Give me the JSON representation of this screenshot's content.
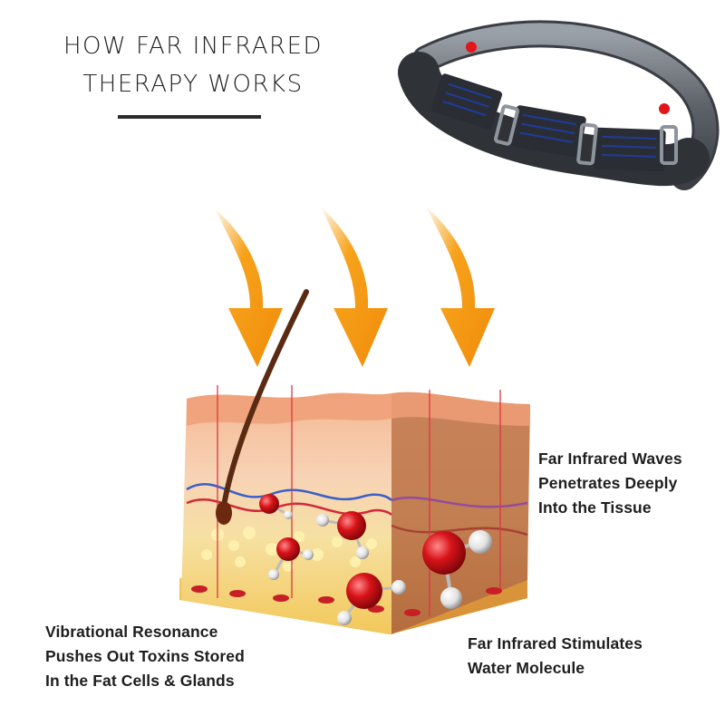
{
  "header": {
    "title_lines": [
      "HOW FAR INFRARED",
      "THERAPY WORKS"
    ]
  },
  "captions": {
    "waves": [
      "Far Infrared Waves",
      "Penetrates Deeply",
      "Into the Tissue"
    ],
    "resonance": [
      "Vibrational Resonance",
      "Pushes Out Toxins Stored",
      "In the Fat Cells & Glands"
    ],
    "stimulates": [
      "Far Infrared Stimulates",
      "Water Molecule"
    ]
  },
  "colors": {
    "arrow": "#f7a21b",
    "title_text": "#222222",
    "caption_text": "#1e1e1e",
    "molecule_oxygen": "#d8141a",
    "molecule_hydrogen": "#e8e8e8",
    "skin_surface": "#f1b38f",
    "fat_layer": "#f4cf5a",
    "bracelet_metal": "#6f747b",
    "bracelet_inlay": "#1d3ea8",
    "bracelet_magnet": "#e4141b"
  },
  "icons": {
    "bracelet": "magnetic-bracelet-image",
    "arrows": "infrared-wave-arrow-icon",
    "skin": "skin-cross-section-illustration",
    "molecule": "water-molecule-icon"
  }
}
